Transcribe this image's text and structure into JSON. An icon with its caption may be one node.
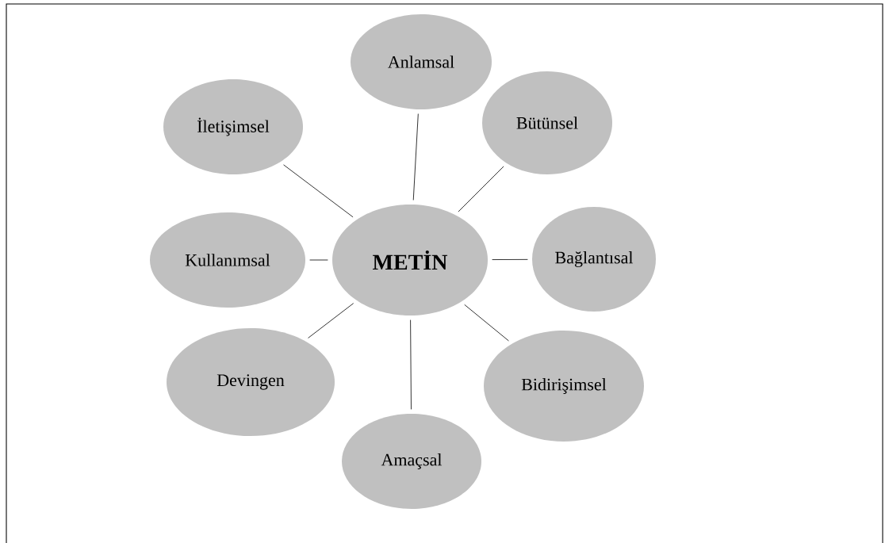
{
  "diagram": {
    "nodes": [
      {
        "text": [
          "Anlamsal"
        ]
      },
      {
        "text": [
          "İletişimsel"
        ]
      },
      {
        "text": [
          "Bütünsel"
        ]
      },
      {
        "text": [
          "Kullanımsal"
        ]
      },
      {
        "text": [
          "METİN"
        ]
      },
      {
        "text": [
          "Bağlantısal"
        ]
      },
      {
        "text": [
          "Devingen"
        ]
      },
      {
        "text": [
          "Bidirişimsel"
        ]
      },
      {
        "text": [
          "Amaçsal"
        ]
      }
    ],
    "edges": [
      {
        "from": 4,
        "to": 0,
        "arrow": "none"
      },
      {
        "from": 4,
        "to": 1,
        "arrow": "none"
      },
      {
        "from": 4,
        "to": 2,
        "arrow": "none"
      },
      {
        "from": 4,
        "to": 3,
        "arrow": "none"
      },
      {
        "from": 4,
        "to": 5,
        "arrow": "none"
      },
      {
        "from": 4,
        "to": 6,
        "arrow": "none"
      },
      {
        "from": 4,
        "to": 7,
        "arrow": "none"
      },
      {
        "from": 4,
        "to": 8,
        "arrow": "none"
      }
    ]
  }
}
